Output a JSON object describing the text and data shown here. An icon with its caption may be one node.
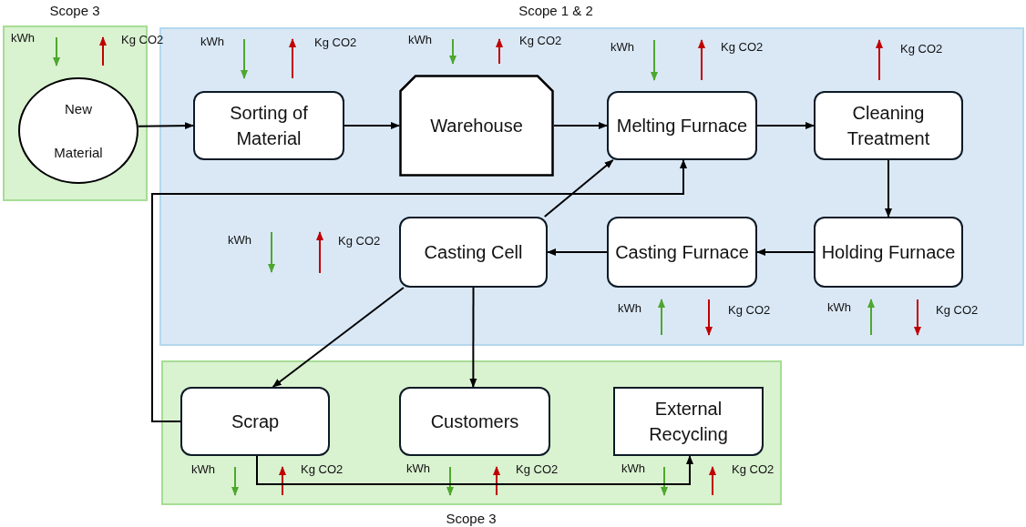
{
  "diagram": {
    "nodes": [
      {
        "text": [
          "Scope 3"
        ]
      },
      {
        "text": [
          "New Material"
        ],
        "in": 0
      },
      {
        "text": [
          "Scope 1 & 2"
        ]
      },
      {
        "text": [
          "Sorting of Material"
        ],
        "in": 2
      },
      {
        "text": [
          "Warehouse"
        ],
        "in": 2
      },
      {
        "text": [
          "Melting Furnace"
        ],
        "in": 2
      },
      {
        "text": [
          "Cleaning Treatment"
        ],
        "in": 2
      },
      {
        "text": [
          "Casting Cell"
        ],
        "in": 2
      },
      {
        "text": [
          "Casting Furnace"
        ],
        "in": 2
      },
      {
        "text": [
          "Holding Furnace"
        ],
        "in": 2
      },
      {
        "text": [
          "Scope 3"
        ]
      },
      {
        "text": [
          "Scrap"
        ],
        "in": 10
      },
      {
        "text": [
          "Customers"
        ],
        "in": 10
      },
      {
        "text": [
          "External Recycling"
        ],
        "in": 10
      }
    ],
    "edges": [
      {
        "from": 1,
        "to": 3,
        "arrow": "to"
      },
      {
        "from": 3,
        "to": 4,
        "arrow": "to"
      },
      {
        "from": 4,
        "to": 5,
        "arrow": "to"
      },
      {
        "from": 5,
        "to": 6,
        "arrow": "to"
      },
      {
        "from": 6,
        "to": 9,
        "arrow": "to"
      },
      {
        "from": 9,
        "to": 8,
        "arrow": "to"
      },
      {
        "from": 8,
        "to": 7,
        "arrow": "to"
      },
      {
        "from": 7,
        "to": 5,
        "arrow": "to"
      },
      {
        "from": 11,
        "to": 5,
        "arrow": "to"
      },
      {
        "from": 7,
        "to": 11,
        "arrow": "to"
      },
      {
        "from": 7,
        "to": 12,
        "arrow": "to"
      },
      {
        "from": 11,
        "to": 13,
        "arrow": "to"
      }
    ],
    "labels": [
      "kWh",
      "Kg CO2",
      "kWh",
      "Kg CO2",
      "kWh",
      "Kg CO2",
      "kWh",
      "Kg CO2",
      "Kg CO2",
      "kWh",
      "Kg CO2",
      "kWh",
      "Kg CO2",
      "kWh",
      "Kg CO2",
      "kWh",
      "Kg CO2",
      "kWh",
      "Kg CO2",
      "kWh",
      "Kg CO2"
    ]
  }
}
